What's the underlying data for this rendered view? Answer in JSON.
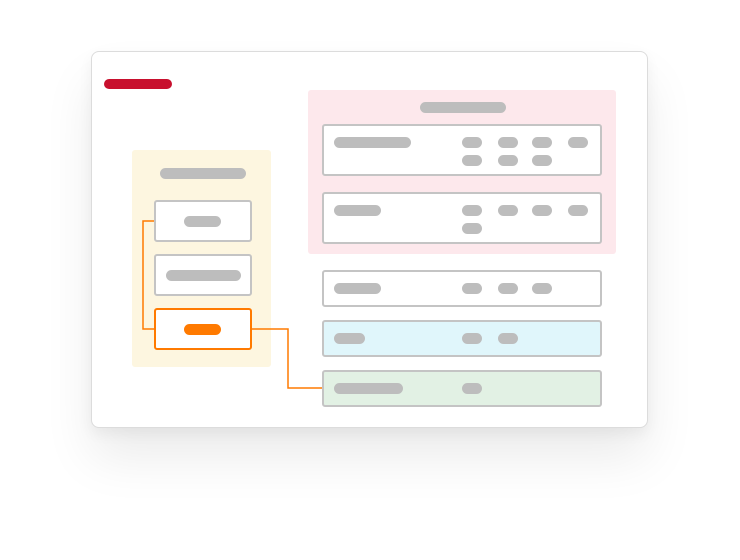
{
  "colors": {
    "brand": "#c8102e",
    "highlight": "#ff7a00",
    "left_panel_bg": "#fdf6e0",
    "top_group_bg": "#fde8ec",
    "row_blue_bg": "#e0f6fb",
    "row_green_bg": "#e2f1e4",
    "placeholder": "#bdbdbd",
    "border": "#c4c4c4"
  },
  "left_panel": {
    "items": [
      {
        "state": "default"
      },
      {
        "state": "default"
      },
      {
        "state": "selected"
      }
    ]
  },
  "right_panel": {
    "group_rows": [
      {
        "value_placeholders": 7
      },
      {
        "value_placeholders": 5
      }
    ],
    "rows": [
      {
        "tint": "none",
        "value_placeholders": 3
      },
      {
        "tint": "blue",
        "value_placeholders": 2
      },
      {
        "tint": "green",
        "value_placeholders": 1,
        "linked": true
      }
    ]
  }
}
